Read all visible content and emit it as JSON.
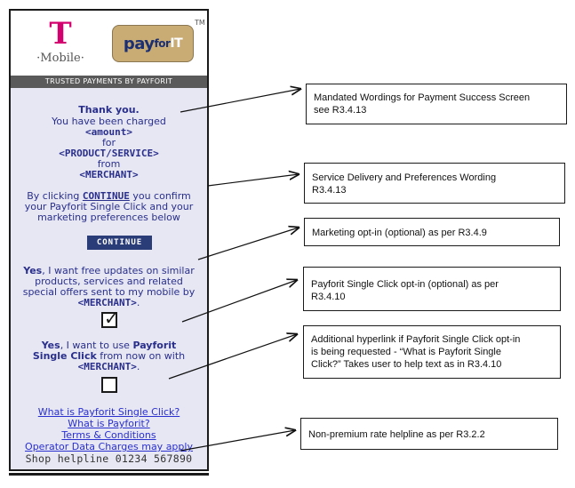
{
  "phone": {
    "brand_t": "T",
    "brand_mobile": "·Mobile·",
    "payforit_pay": "pay",
    "payforit_for": "for",
    "payforit_it": "IT",
    "trademark": "TM",
    "trusted_bar": "TRUSTED PAYMENTS BY PAYFORIT",
    "thanks": {
      "line1": "Thank you.",
      "line2": "You have been charged",
      "line3": "<amount>",
      "line4": "for",
      "line5": "<PRODUCT/SERVICE>",
      "line6": "from",
      "line7": "<MERCHANT>"
    },
    "confirm": {
      "prefix": "By clicking ",
      "continue_word": "CONTINUE",
      "suffix": " you confirm",
      "line2": "your Payforit Single Click and your",
      "line3": "marketing preferences below"
    },
    "continue_button": "CONTINUE",
    "optin": {
      "yes": "Yes",
      "line1_rest": ", I want free updates on similar",
      "line2": "products, services and related",
      "line3": "special offers sent to my mobile by",
      "line4": "<MERCHANT>",
      "period": "."
    },
    "optin_checked": true,
    "single_click": {
      "yes": "Yes",
      "line1_rest": ", I want to use ",
      "payforit": "Payforit",
      "line2_bold": "Single Click",
      "line2_rest": " from now on with",
      "line3": "<MERCHANT>",
      "period": "."
    },
    "single_click_checked": false,
    "links": [
      "What is Payforit Single Click?",
      "What is Payforit?",
      "Terms & Conditions",
      "Operator Data Charges may apply"
    ],
    "helpline": "Shop helpline 01234 567890"
  },
  "callouts": [
    {
      "line1": "Mandated Wordings for Payment Success Screen",
      "line2": "see R3.4.13"
    },
    {
      "line1": "Service Delivery and Preferences Wording",
      "line2": "R3.4.13"
    },
    {
      "line1": "Marketing opt-in (optional) as per R3.4.9",
      "line2": ""
    },
    {
      "line1": "Payforit Single Click opt-in (optional) as per",
      "line2": "R3.4.10"
    },
    {
      "line1": "Additional hyperlink if Payforit Single Click opt-in",
      "line2": "is being requested - “What is Payforit Single",
      "line3": "Click?” Takes user to help text as in R3.4.10"
    },
    {
      "line1": "Non-premium rate helpline as per R3.2.2",
      "line2": ""
    }
  ],
  "colors": {
    "tmobile_magenta": "#d4006f",
    "phone_text_blue": "#2a2f8c",
    "link_blue": "#2a2fd0",
    "button_navy": "#2a3d78",
    "screen_bg": "#e6e7f3"
  }
}
